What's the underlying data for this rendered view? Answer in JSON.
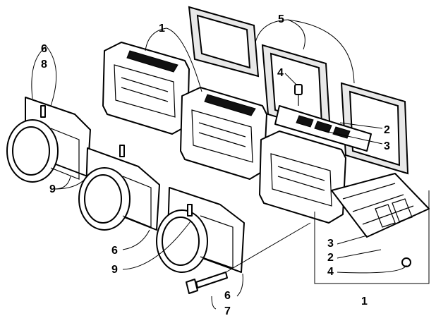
{
  "callouts": {
    "c1_top": "1",
    "c5_top": "5",
    "c6_left": "6",
    "c8_left": "8",
    "c4_mid": "4",
    "c2_right": "2",
    "c3_right": "3",
    "c9_upper": "9",
    "c3_lower": "3",
    "c2_lower": "2",
    "c4_lower": "4",
    "c6_mid": "6",
    "c9_lower": "9",
    "c6_bottom": "6",
    "c7_bottom": "7",
    "c1_bottom": "1"
  }
}
